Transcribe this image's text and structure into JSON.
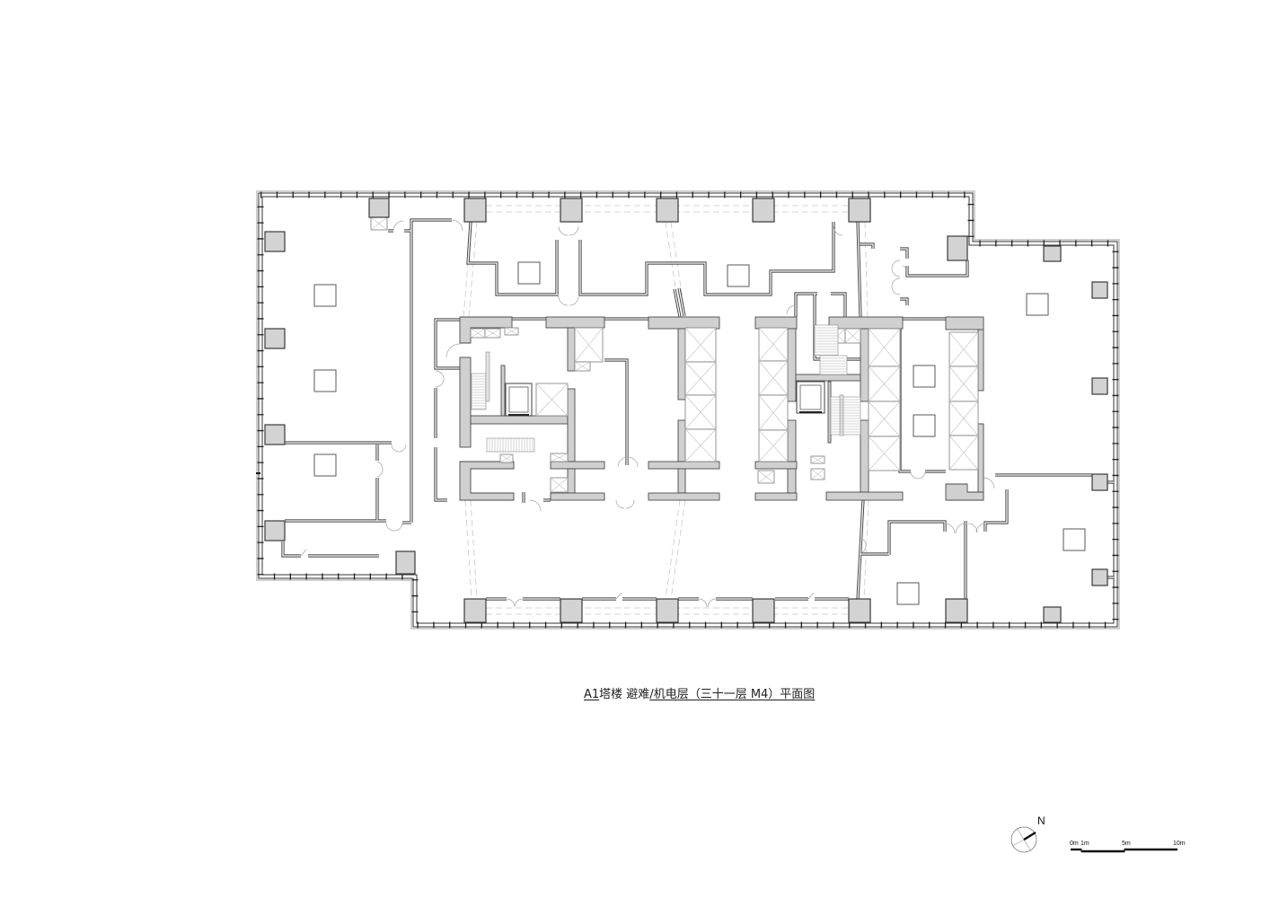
{
  "title": {
    "tower_code": "A1",
    "tower_label": "塔楼 避难",
    "floor_label": "/机电层（三十一层 M4）平面图",
    "full_text": "A1塔楼 避难/机电层（三十一层 M4）平面图"
  },
  "north_arrow": {
    "label": "N"
  },
  "scale_bar": {
    "labels": [
      "0m",
      "1m",
      "5m",
      "10m"
    ]
  },
  "colors": {
    "background": "#ffffff",
    "line": "#3a3a3a",
    "poche_fill": "#d0d0d0",
    "dashed_grid": "#c9c9c9"
  }
}
